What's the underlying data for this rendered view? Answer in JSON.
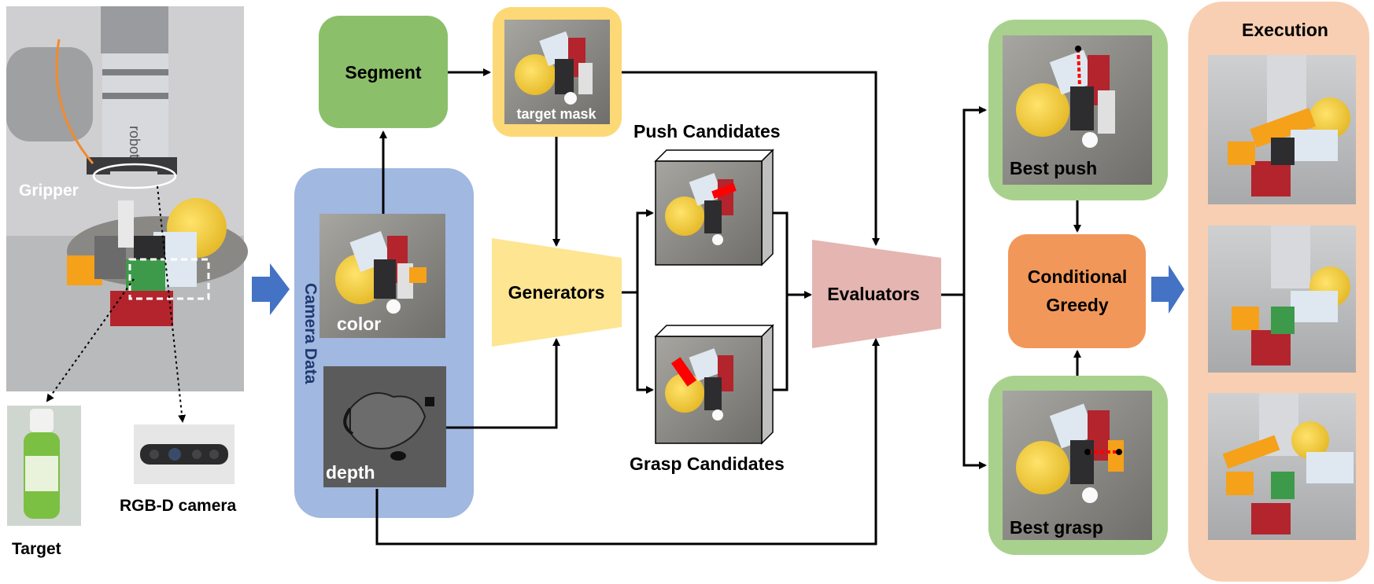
{
  "labels": {
    "gripper": "Gripper",
    "target": "Target",
    "rgbd_camera": "RGB-D camera",
    "camera_data": "Camera Data",
    "color": "color",
    "depth": "depth",
    "segment": "Segment",
    "target_mask": "target mask",
    "generators": "Generators",
    "push_candidates": "Push Candidates",
    "grasp_candidates": "Grasp Candidates",
    "evaluators": "Evaluators",
    "best_push": "Best push",
    "best_grasp": "Best grasp",
    "conditional_greedy_line1": "Conditional",
    "conditional_greedy_line2": "Greedy",
    "execution": "Execution",
    "robot_brand": "robot"
  },
  "colors": {
    "segment_fill": "#8cbf6a",
    "mask_fill": "#fcd877",
    "camera_panel": "#a1b8e0",
    "generators_fill": "#fde591",
    "evaluators_fill": "#e4b5b1",
    "best_fill": "#a9d18e",
    "greedy_fill": "#f2975a",
    "execution_panel": "#f8cfb2",
    "arrow_blue": "#4472c4",
    "push_marker": "#ff0000"
  },
  "icons": [
    "robot-arm-photo",
    "spray-bottle-photo",
    "rgbd-camera-photo",
    "cluttered-objects-photo"
  ]
}
